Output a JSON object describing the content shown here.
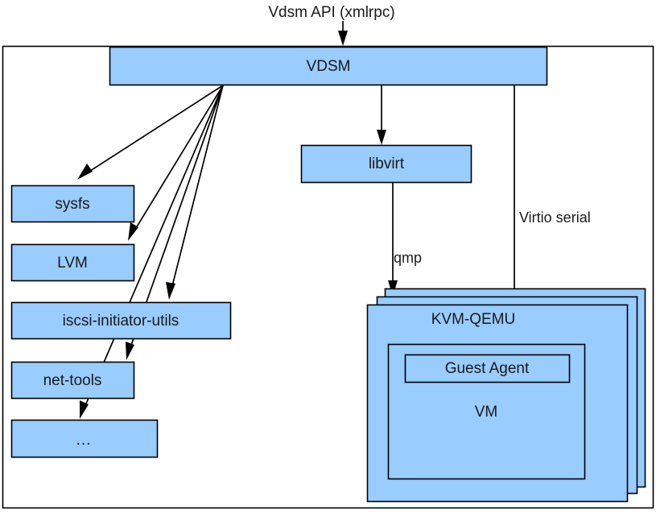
{
  "diagram": {
    "title": "Vdsm API (xmlrpc)",
    "colors": {
      "node_fill": "#99ccff",
      "stroke": "#000000",
      "text": "#1a1a1a",
      "background": "#ffffff"
    },
    "nodes": {
      "vdsm": "VDSM",
      "sysfs": "sysfs",
      "lvm": "LVM",
      "iscsi": "iscsi-initiator-utils",
      "nettools": "net-tools",
      "ellipsis": "...",
      "libvirt": "libvirt",
      "kvm_qemu": "KVM-QEMU",
      "vm": "VM",
      "guest_agent": "Guest Agent"
    },
    "edge_labels": {
      "qmp": "qmp",
      "virtio_serial": "Virtio serial"
    }
  }
}
